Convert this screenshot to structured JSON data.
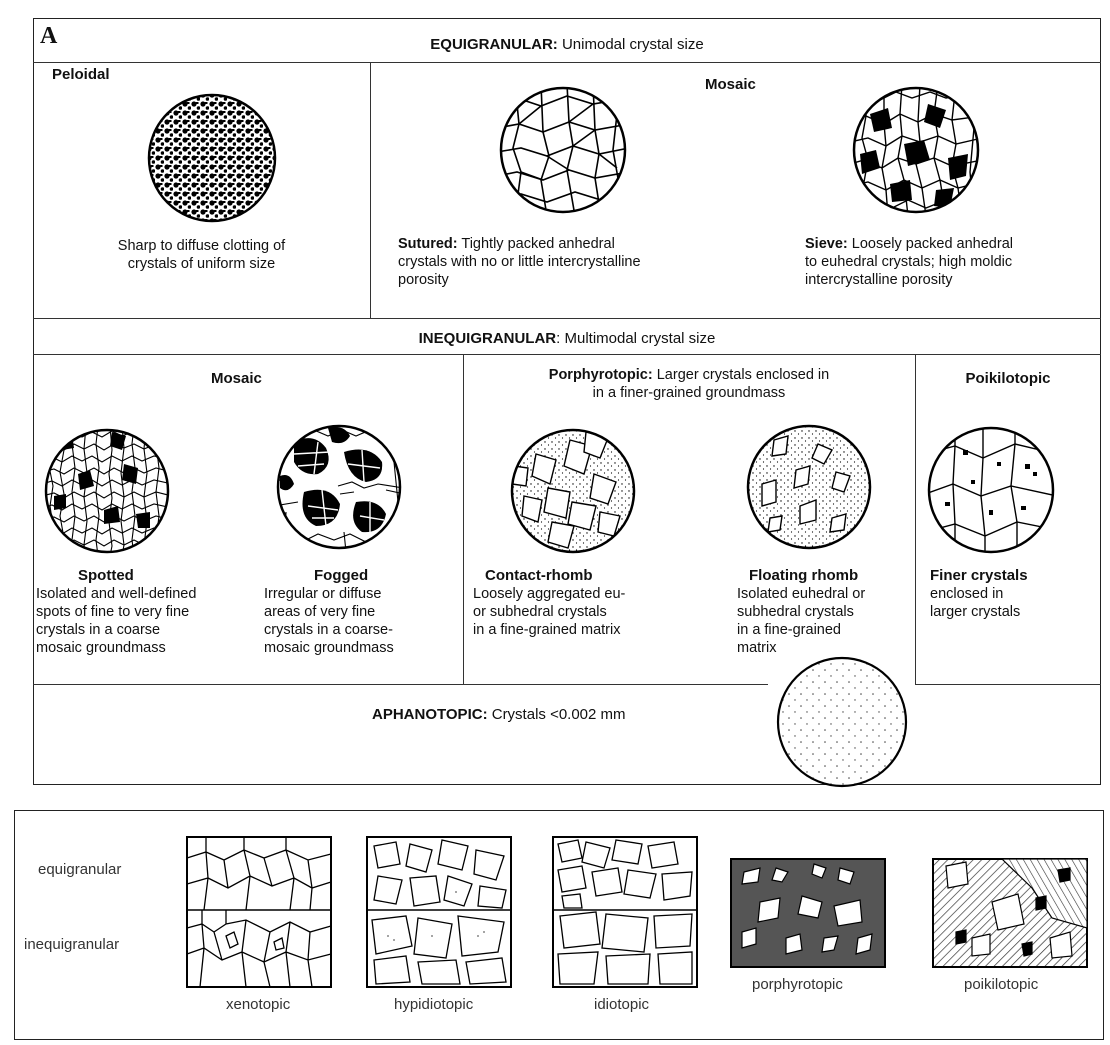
{
  "panel_a": {
    "letter": "A",
    "equigranular": {
      "title": "EQUIGRANULAR:",
      "subtitle": "Unimodal crystal size",
      "peloidal": {
        "name": "Peloidal",
        "caption": [
          "Sharp to diffuse clotting of",
          "crystals of uniform size"
        ]
      },
      "mosaic_label": "Mosaic",
      "sutured": {
        "name": "Sutured:",
        "caption": [
          " Tightly packed anhedral",
          "crystals with no or little intercrystalline",
          "porosity"
        ]
      },
      "sieve": {
        "name": "Sieve:",
        "caption": [
          " Loosely packed anhedral",
          "to euhedral crystals; high moldic",
          "intercrystalline porosity"
        ]
      }
    },
    "inequigranular": {
      "title": "INEQUIGRANULAR",
      "subtitle": ": Multimodal crystal size",
      "mosaic_label": "Mosaic",
      "porphyrotopic": {
        "name": "Porphyrotopic:",
        "caption": [
          " Larger crystals  enclosed in",
          "in a finer-grained groundmass"
        ]
      },
      "poikilotopic_label": "Poikilotopic",
      "spotted": {
        "name": "Spotted",
        "caption": [
          "Isolated and well-defined",
          "spots of fine to very fine",
          "crystals in a coarse",
          "mosaic groundmass"
        ]
      },
      "fogged": {
        "name": "Fogged",
        "caption": [
          "Irregular or diffuse",
          "areas of very fine",
          "crystals in a coarse-",
          "mosaic groundmass"
        ]
      },
      "contact_rhomb": {
        "name": "Contact-rhomb",
        "caption": [
          "Loosely aggregated eu-",
          "or subhedral crystals",
          "in a fine-grained matrix"
        ]
      },
      "floating_rhomb": {
        "name": "Floating rhomb",
        "caption": [
          "Isolated euhedral or",
          "subhedral crystals",
          "in a fine-grained",
          "matrix"
        ]
      },
      "finer_crystals": {
        "name": "Finer crystals",
        "caption": [
          "enclosed in",
          "larger crystals"
        ]
      }
    },
    "aphanotopic": {
      "title": "APHANOTOPIC:",
      "subtitle": "Crystals <0.002 mm"
    }
  },
  "panel_b": {
    "row_labels": [
      "equigranular",
      "inequigranular"
    ],
    "column_labels": [
      "xenotopic",
      "hypidiotopic",
      "idiotopic",
      "porphyrotopic",
      "poikilotopic"
    ]
  }
}
